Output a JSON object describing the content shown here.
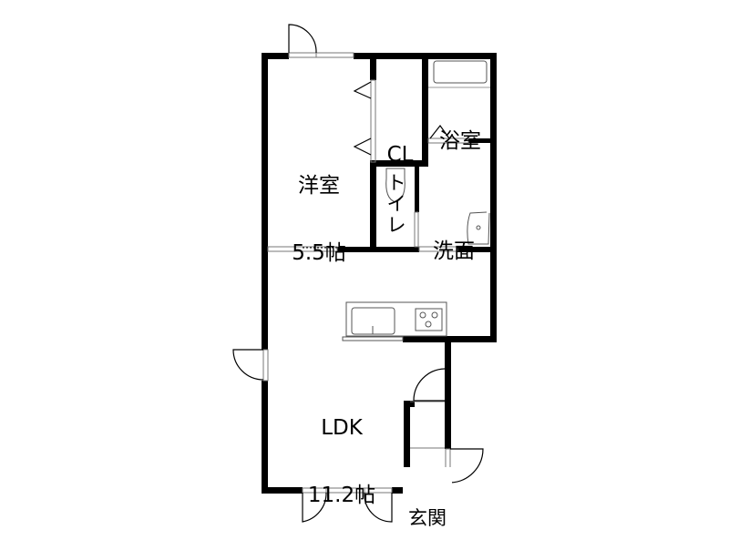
{
  "floor_plan": {
    "rooms": [
      {
        "id": "western-room",
        "name": "洋室",
        "size": "5.5帖"
      },
      {
        "id": "closet",
        "name": "CL",
        "size": ""
      },
      {
        "id": "bathroom",
        "name": "浴室",
        "size": ""
      },
      {
        "id": "toilet",
        "name": "トイレ",
        "size": ""
      },
      {
        "id": "washroom",
        "name": "洗面",
        "size": ""
      },
      {
        "id": "ldk",
        "name": "LDK",
        "size": "11.2帖"
      },
      {
        "id": "entrance",
        "name": "玄関",
        "size": ""
      }
    ],
    "fixtures": [
      "bathtub",
      "toilet-bowl",
      "wash-basin",
      "kitchen-sink",
      "stove-3-burner"
    ],
    "colors": {
      "wall": "#000000",
      "line": "#000000",
      "window": "#808080",
      "background": "#ffffff"
    }
  }
}
